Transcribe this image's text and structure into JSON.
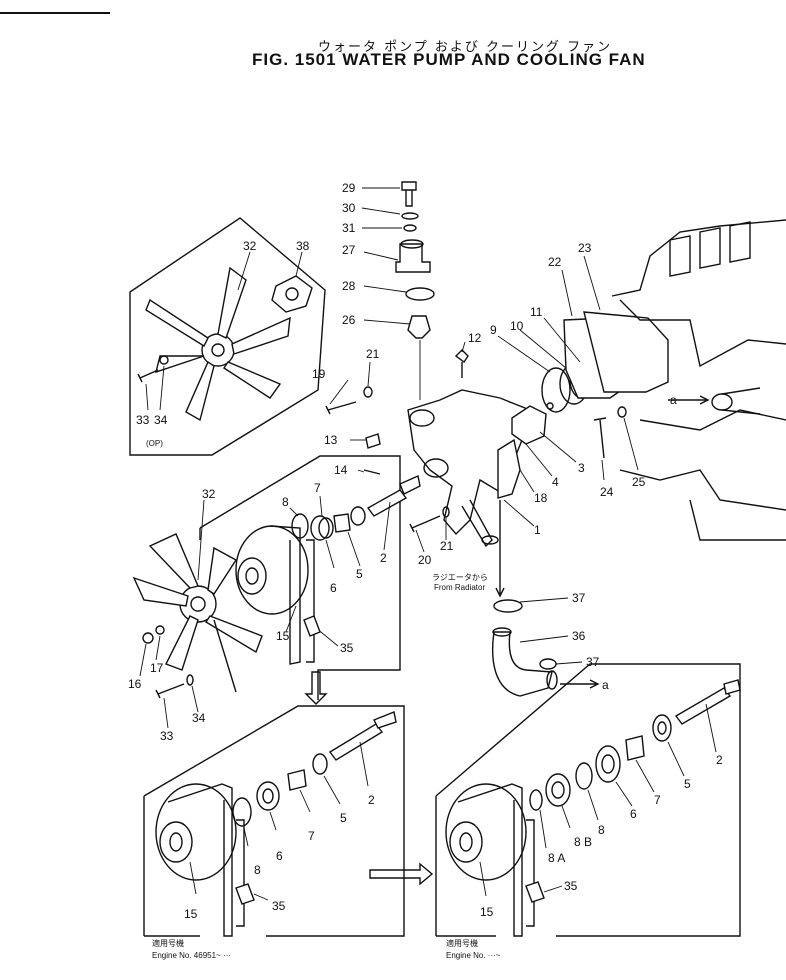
{
  "header": {
    "title_jp": "ウォータ ポンプ および クーリング ファン",
    "title_en": "FIG. 1501 WATER PUMP AND COOLING FAN"
  },
  "notes": {
    "from_radiator_jp": "ラジエータから",
    "from_radiator": "From Radiator",
    "op": "(OP)",
    "arrow_a": "a"
  },
  "applicability": {
    "left_jp": "適用号機",
    "left_engine": "Engine No. 46951~ ···",
    "right_jp": "適用号機",
    "right_engine": "Engine No. ···~"
  },
  "callouts": {
    "p1": "1",
    "p2": "2",
    "p3": "3",
    "p4": "4",
    "p5": "5",
    "p6": "6",
    "p7": "7",
    "p8": "8",
    "p8a": "8 A",
    "p8b": "8 B",
    "p9": "9",
    "p10": "10",
    "p11": "11",
    "p12": "12",
    "p13": "13",
    "p14": "14",
    "p15": "15",
    "p16": "16",
    "p17": "17",
    "p18": "18",
    "p19": "19",
    "p20": "20",
    "p21": "21",
    "p22": "22",
    "p23": "23",
    "p24": "24",
    "p25": "25",
    "p26": "26",
    "p27": "27",
    "p28": "28",
    "p29": "29",
    "p30": "30",
    "p31": "31",
    "p32": "32",
    "p33": "33",
    "p34": "34",
    "p35": "35",
    "p36": "36",
    "p37": "37",
    "p38": "38"
  }
}
